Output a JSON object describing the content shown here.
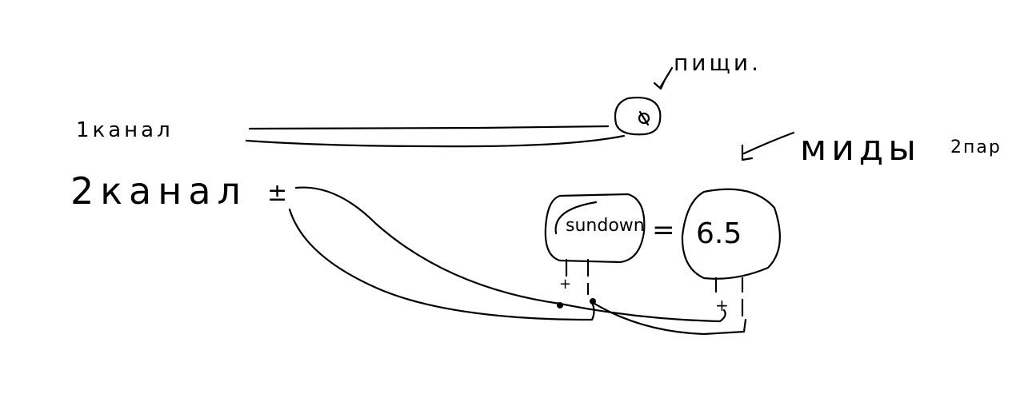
{
  "labels": {
    "channel1": "1канал",
    "channel2": "2канал",
    "channel2_polarity": "±",
    "tweeters": "пищи.",
    "mids": "миды",
    "mids_count": "2пар",
    "sub_brand": "sundown",
    "equals": "=",
    "speaker_size": "6.5",
    "plus": "+",
    "minus": "-"
  },
  "colors": {
    "ink": "#000000",
    "background": "#ffffff"
  }
}
